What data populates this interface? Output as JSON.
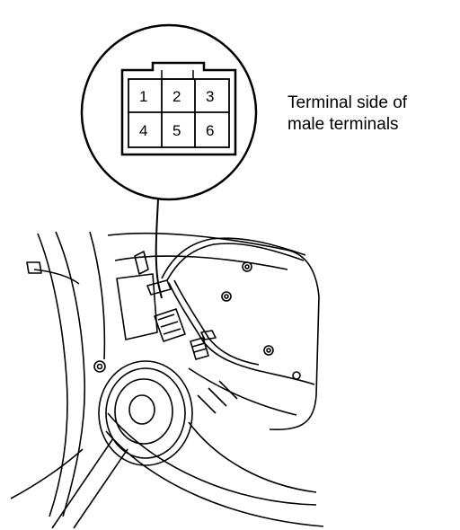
{
  "connector": {
    "terminals": [
      "1",
      "2",
      "3",
      "4",
      "5",
      "6"
    ]
  },
  "caption": {
    "line1": "Terminal side of",
    "line2": "male terminals"
  }
}
